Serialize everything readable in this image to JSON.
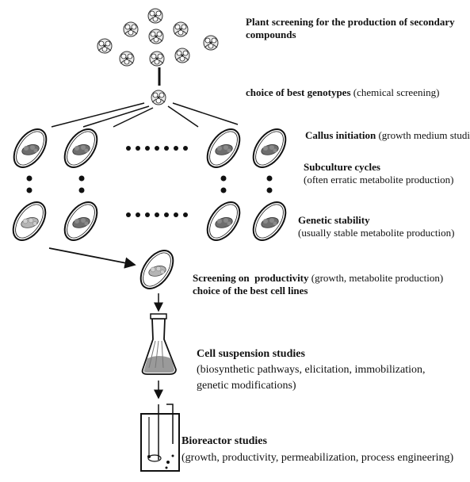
{
  "steps": {
    "plant_screening": {
      "title": "Plant screening for the production of secondary",
      "title_line2": "compounds"
    },
    "genotypes": {
      "title": "choice of best genotypes",
      "detail": "(chemical screening)"
    },
    "callus": {
      "title": "Callus initiation",
      "detail": "(growth medium studies)"
    },
    "subculture": {
      "title": "Subculture cycles",
      "detail": "(often erratic metabolite production)"
    },
    "genetic": {
      "title": "Genetic stability",
      "detail": "(usually stable metabolite production)"
    },
    "productivity": {
      "title": "Screening on  productivity",
      "detail": "(growth, metabolite production)",
      "line2": "choice of the best cell lines"
    },
    "suspension": {
      "title": "Cell suspension studies",
      "detail_line1": "(biosynthetic pathways, elicitation, immobilization,",
      "detail_line2": "genetic modifications)"
    },
    "bioreactor": {
      "title": "Bioreactor studies",
      "detail": "(growth, productivity, permeabilization, process engineering)"
    }
  },
  "colors": {
    "ink": "#111111",
    "callus": "#6e6e6e",
    "callus_light": "#b5b5b5",
    "flask": "#9a9a9a"
  }
}
